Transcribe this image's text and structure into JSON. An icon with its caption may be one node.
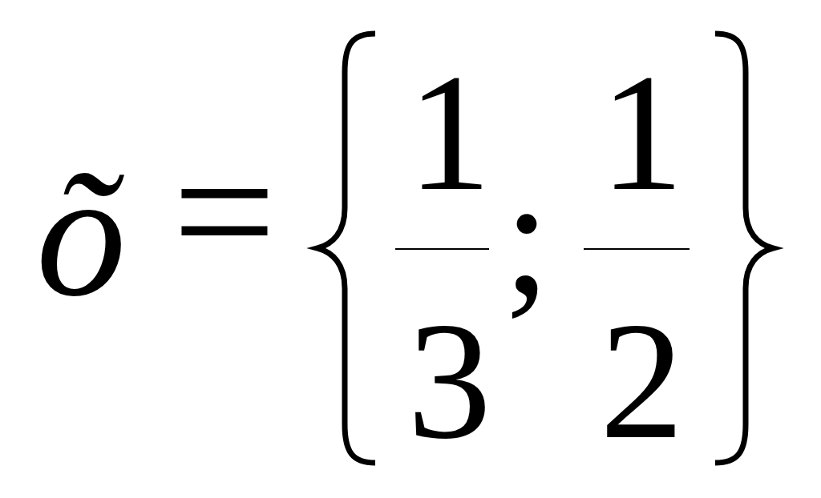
{
  "diagram": {
    "labels": [
      "õ",
      "=",
      "1",
      "3",
      ";",
      "1",
      "2"
    ]
  }
}
